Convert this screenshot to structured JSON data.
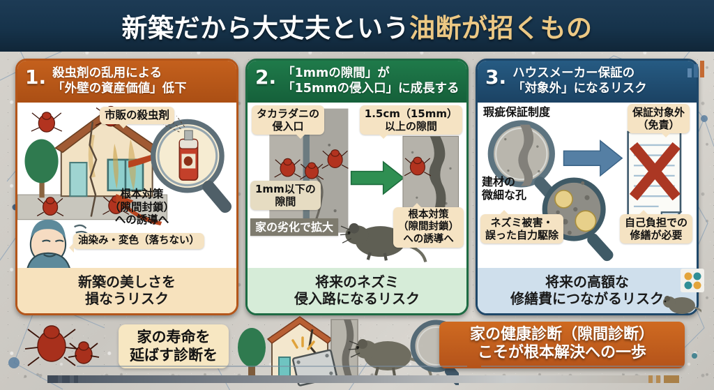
{
  "header": {
    "title_plain": "新築だから大丈夫という",
    "title_accent": "油断が招くもの",
    "accent_color": "#ecc884",
    "bg_color": "#16334b"
  },
  "panels": [
    {
      "number": "1.",
      "title_line1": "殺虫剤の乱用による",
      "title_line2": "「外壁の資産価値」低下",
      "accent_color": "#b4561a",
      "footer_line1": "新築の美しさを",
      "footer_line2": "損なうリスク",
      "footer_bg": "#f7e2bd",
      "callouts": [
        {
          "name": "commercial-insecticide",
          "text": "市販の殺虫剤"
        },
        {
          "name": "root-countermeasure",
          "line1": "根本対策",
          "line2": "（隙間封鎖）",
          "line3": "への誘導へ"
        },
        {
          "name": "oil-stain-discoloration",
          "text": "油染み・変色（落ちない）"
        }
      ]
    },
    {
      "number": "2.",
      "title_line1": "「1mmの隙間」が",
      "title_line2": "「15mmの侵入口」に成長する",
      "accent_color": "#1d6b43",
      "footer_line1": "将来のネズミ",
      "footer_line2": "侵入路になるリスク",
      "footer_bg": "#d6ecd8",
      "callouts": [
        {
          "name": "takara-mite-entry",
          "line1": "タカラダニの",
          "line2": "侵入口"
        },
        {
          "name": "gap-over-15mm",
          "line1": "1.5cm（15mm）",
          "line2": "以上の隙間"
        },
        {
          "name": "gap-under-1mm",
          "line1": "1mm以下の",
          "line2": "隙間"
        },
        {
          "name": "house-deterioration",
          "text": "家の劣化で拡大"
        },
        {
          "name": "root-countermeasure",
          "line1": "根本対策",
          "line2": "（隙間封鎖）",
          "line3": "への誘導へ"
        }
      ]
    },
    {
      "number": "3.",
      "title_line1": "ハウスメーカー保証の",
      "title_line2": "「対象外」になるリスク",
      "accent_color": "#1e4769",
      "footer_line1": "将来の高額な",
      "footer_line2": "修繕費につながるリスク",
      "footer_bg": "#cfdfec",
      "callouts": [
        {
          "name": "defect-warranty-system",
          "text": "瑕疵保証制度"
        },
        {
          "name": "warranty-exclusion",
          "line1": "保証対象外",
          "line2": "（免責）"
        },
        {
          "name": "building-material-pores",
          "line1": "建材の",
          "line2": "微細な孔"
        },
        {
          "name": "rat-damage-diy",
          "line1": "ネズミ被害・",
          "line2": "誤った自力駆除"
        },
        {
          "name": "self-paid-repair",
          "line1": "自己負担での",
          "line2": "修繕が必要"
        }
      ]
    }
  ],
  "footer": {
    "label_line1": "家の寿命を",
    "label_line2": "延ばす診断を",
    "cta_line1": "家の健康診断（隙間診断）",
    "cta_line2": "こそが根本解決への一歩",
    "cta_bg": "#c2601d"
  },
  "decor": {
    "bar_chart_icon": "bar-chart-icon",
    "dot_grid_icon": "dot-grid-icon"
  }
}
